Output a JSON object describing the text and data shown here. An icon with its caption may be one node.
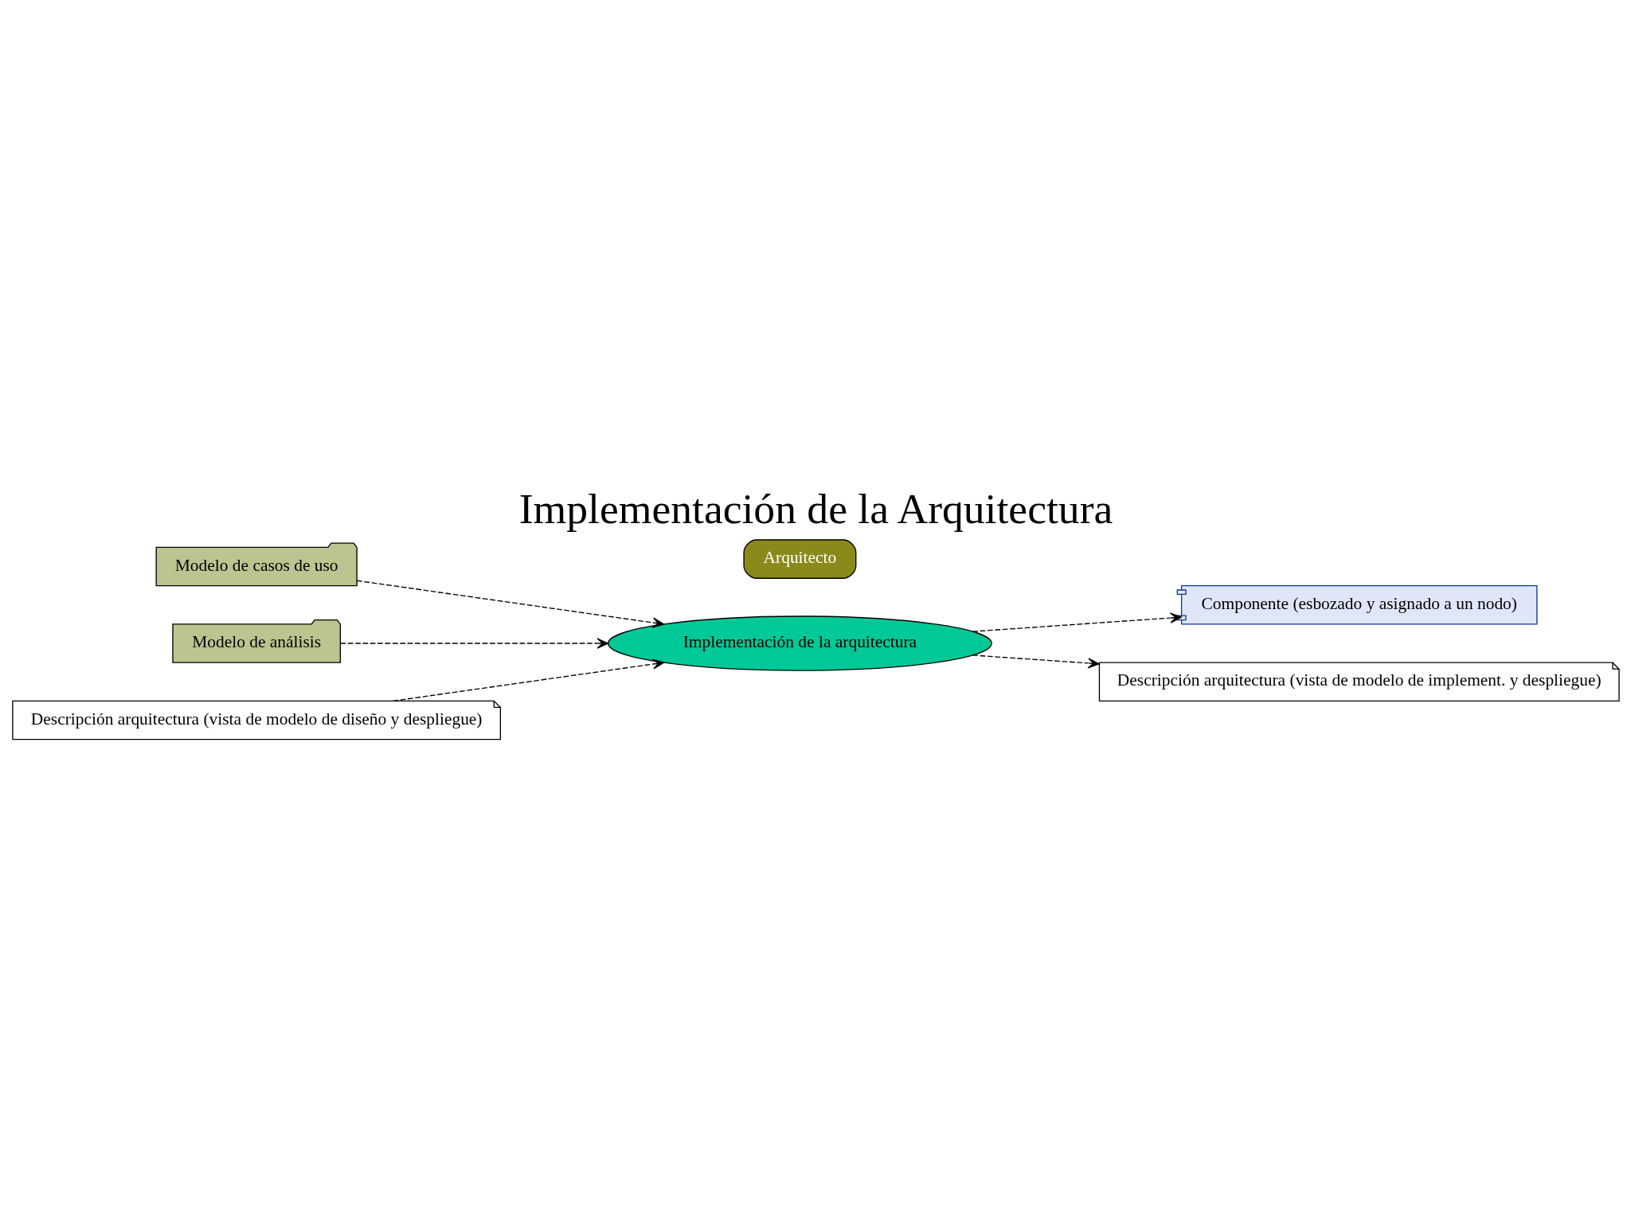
{
  "diagram": {
    "title": "Implementación de la Arquitectura",
    "nodes": [
      {
        "text": [
          "Modelo de casos de uso"
        ]
      },
      {
        "text": [
          "Modelo de análisis"
        ]
      },
      {
        "text": [
          "Descripción arquitectura (vista de modelo de diseño y despliegue)"
        ]
      },
      {
        "text": [
          "Arquitecto"
        ]
      },
      {
        "text": [
          "Implementación de la arquitectura"
        ]
      },
      {
        "text": [
          "Componente (esbozado y asignado a un nodo)"
        ]
      },
      {
        "text": [
          "Descripción arquitectura (vista de modelo de implement. y despliegue)"
        ]
      }
    ],
    "edges": [
      {
        "from": 0,
        "to": 4,
        "arrow": "to",
        "style": "dashed"
      },
      {
        "from": 1,
        "to": 4,
        "arrow": "to",
        "style": "dashed"
      },
      {
        "from": 2,
        "to": 4,
        "arrow": "to",
        "style": "dashed"
      },
      {
        "from": 4,
        "to": 5,
        "arrow": "to",
        "style": "dashed"
      },
      {
        "from": 4,
        "to": 6,
        "arrow": "to",
        "style": "dashed"
      }
    ]
  }
}
